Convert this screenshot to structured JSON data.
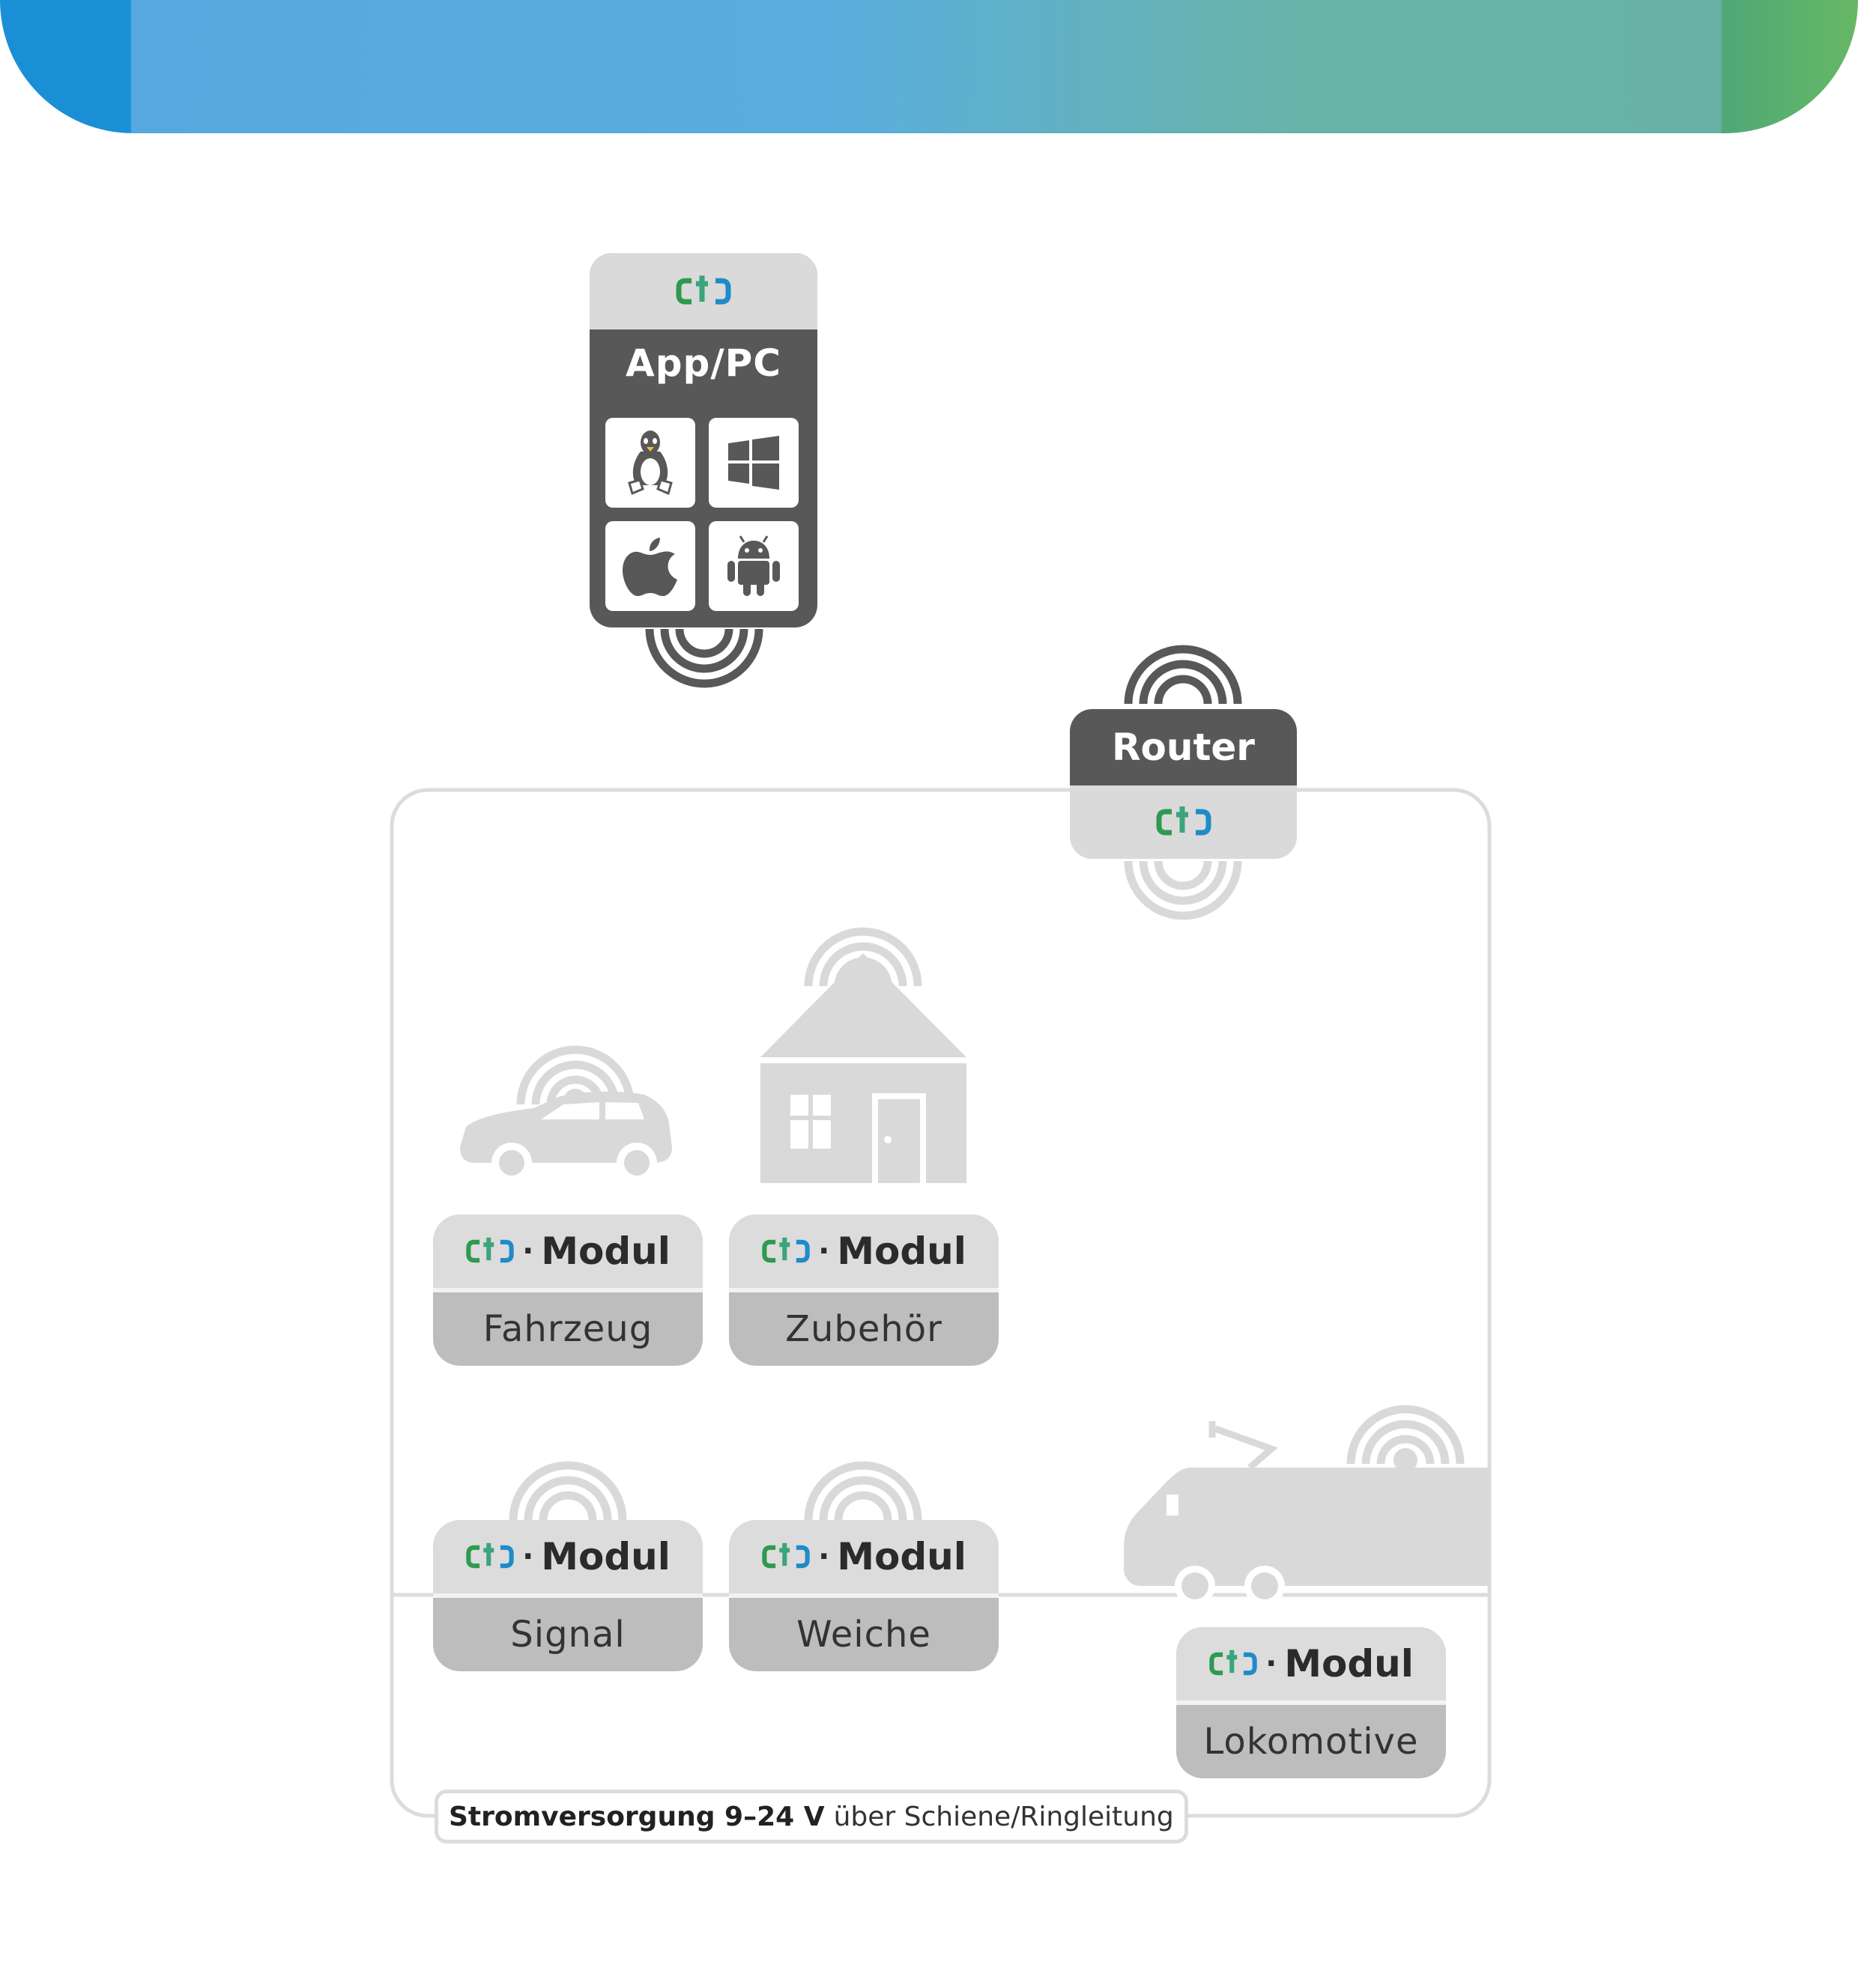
{
  "banner": {
    "colors": [
      "#1a8fd6",
      "#5aaedd",
      "#69b1a7",
      "#67b864"
    ]
  },
  "app": {
    "title": "App/PC",
    "os_icons": [
      "linux-icon",
      "windows-icon",
      "apple-icon",
      "android-icon"
    ]
  },
  "router": {
    "title": "Router"
  },
  "logo": {
    "text": "ctc",
    "colors": [
      "#2e9a4f",
      "#1f8bc8"
    ]
  },
  "modules": [
    {
      "id": "fahrzeug",
      "brand": "Modul",
      "label": "Fahrzeug"
    },
    {
      "id": "zubehoer",
      "brand": "Modul",
      "label": "Zubehör"
    },
    {
      "id": "signal",
      "brand": "Modul",
      "label": "Signal"
    },
    {
      "id": "weiche",
      "brand": "Modul",
      "label": "Weiche"
    },
    {
      "id": "lokomotive",
      "brand": "Modul",
      "label": "Lokomotive"
    }
  ],
  "power": {
    "bold": "Stromversorgung 9–24 V",
    "rest": "über Schiene/Ringleitung"
  },
  "colors": {
    "dark": "#585858",
    "light": "#dadada",
    "module_bottom": "#bdbdbd",
    "frame": "#dcdcdc",
    "icon_gray": "#d9d9d9"
  }
}
